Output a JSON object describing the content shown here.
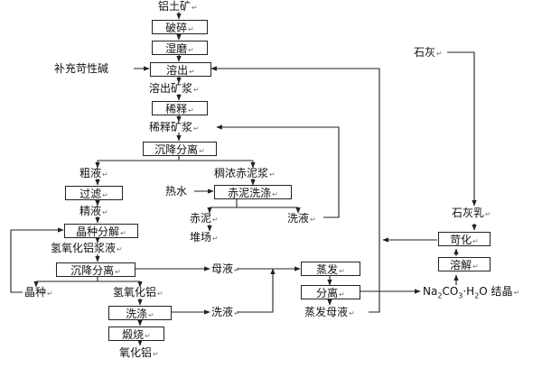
{
  "boxes": {
    "crushing": "破碎",
    "wet_grinding": "湿磨",
    "leaching": "溶出",
    "dilution": "稀释",
    "settling_separation": "沉降分离",
    "filtration": "过滤",
    "red_mud_washing": "赤泥洗涤",
    "seed_decomposition": "晶种分解",
    "settling_separation_2": "沉降分离",
    "washing": "洗涤",
    "calcination": "煅烧",
    "evaporation": "蒸发",
    "separation": "分离",
    "dissolving": "溶解",
    "causticization": "苛化"
  },
  "labels": {
    "bauxite": "铝土矿",
    "make_up_caustic": "补充苛性碱",
    "leached_slurry": "溶出矿浆",
    "diluted_slurry": "稀释矿浆",
    "crude_liquor": "粗液",
    "thick_red_mud_slurry": "稠浓赤泥浆",
    "hot_water": "热水",
    "red_mud": "赤泥",
    "stockpile": "堆场",
    "wash_liquor_1": "洗液",
    "refined_liquor": "精液",
    "hydroxide_slurry": "氢氧化铝浆液",
    "seed": "晶种",
    "aluminum_hydroxide": "氢氧化铝",
    "mother_liquor": "母液",
    "wash_liquor_2": "洗液",
    "alumina": "氧化铝",
    "evap_mother_liquor": "蒸发母液",
    "soda_crystal_prefix": "Na",
    "soda_crystal_sub1": "2",
    "soda_crystal_mid": "CO",
    "soda_crystal_sub2": "3",
    "soda_crystal_mid2": "·H",
    "soda_crystal_sub3": "2",
    "soda_crystal_suffix": "O 结晶",
    "lime": "石灰",
    "lime_milk": "石灰乳"
  },
  "icons": {
    "return_mark": "↵"
  }
}
